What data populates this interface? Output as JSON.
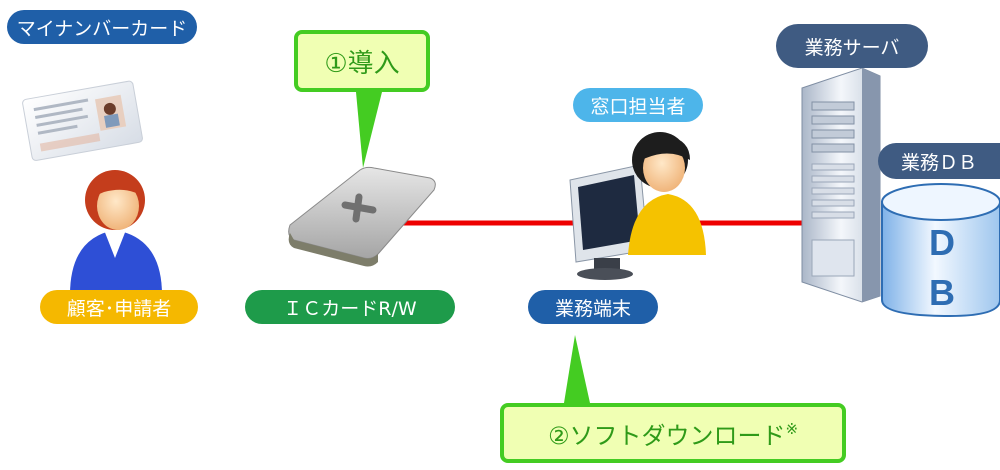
{
  "labels": {
    "card_label": "マイナンバーカード",
    "customer_label": "顧客･申請者",
    "reader_label": "ＩＣカードR/W",
    "terminal_label": "業務端末",
    "clerk_label": "窓口担当者",
    "server_label": "業務サーバ",
    "db_label": "業務ＤＢ"
  },
  "callouts": {
    "step1": "①導入",
    "step2": "②ソフトダウンロード",
    "step2_mark": "※"
  },
  "db_text": {
    "line1": "D",
    "line2": "B"
  },
  "colors": {
    "dark_blue": "#1f5fa8",
    "light_blue": "#4db5ea",
    "orange": "#f5b800",
    "green": "#1e9b4a",
    "server_slate": "#3f5b82",
    "callout_fill": "#f0ffb3",
    "callout_border": "#44cc22",
    "line_red": "#ee0000"
  }
}
